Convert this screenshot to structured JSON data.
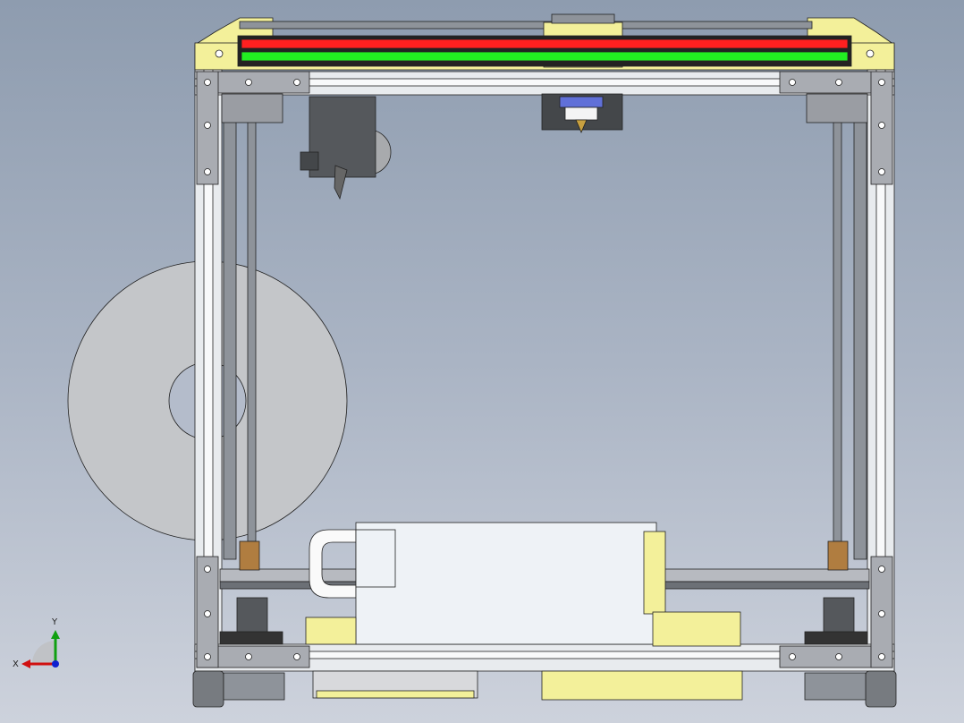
{
  "viewport": {
    "model": "3d-printer-assembly",
    "view": "front",
    "background_colors": [
      "#8e9caf",
      "#cdd2dc"
    ]
  },
  "triad": {
    "x_label": "X",
    "y_label": "Y",
    "x_color": "#d01010",
    "y_color": "#10a010",
    "z_color": "#1020d0"
  },
  "colors": {
    "frame": "#e8ebee",
    "bracket": "#a9acb2",
    "printed_part": "#f3f09a",
    "belt_red": "#ff2020",
    "belt_green": "#22ee22",
    "spool": "#c6c8cb",
    "psu": "#eef2f6"
  }
}
